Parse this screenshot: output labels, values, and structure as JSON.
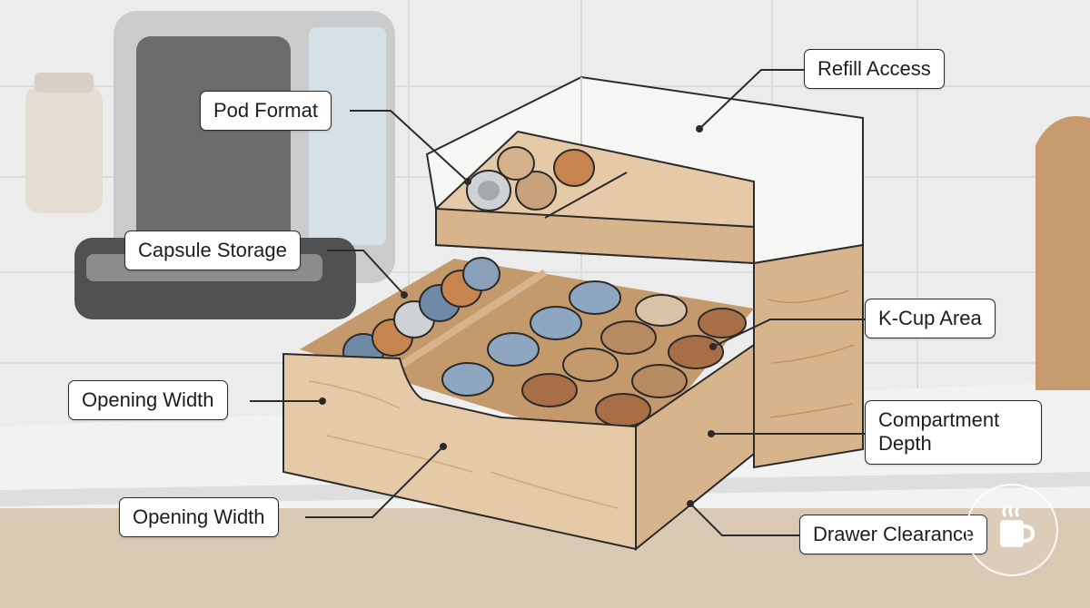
{
  "labels": {
    "refill_access": "Refill Access",
    "pod_format": "Pod Format",
    "capsule_storage": "Capsule Storage",
    "kcup_area": "K-Cup Area",
    "opening_width_side": "Opening Width",
    "opening_width_front": "Opening Width",
    "compartment_depth": "Compartment Depth",
    "drawer_clearance": "Drawer Clearance"
  },
  "colors": {
    "wood_light": "#e6c9a6",
    "wood_mid": "#d8b48c",
    "wood_dark": "#c49a6c",
    "cabinet_white": "#f6f6f4",
    "capsule_copper": "#c7844f",
    "capsule_blue": "#6f8aa6",
    "kcup_coffee": "#a86f47",
    "kcup_blue": "#8ea6c0"
  },
  "icons": [
    "coffee-cup-watermark-icon"
  ]
}
